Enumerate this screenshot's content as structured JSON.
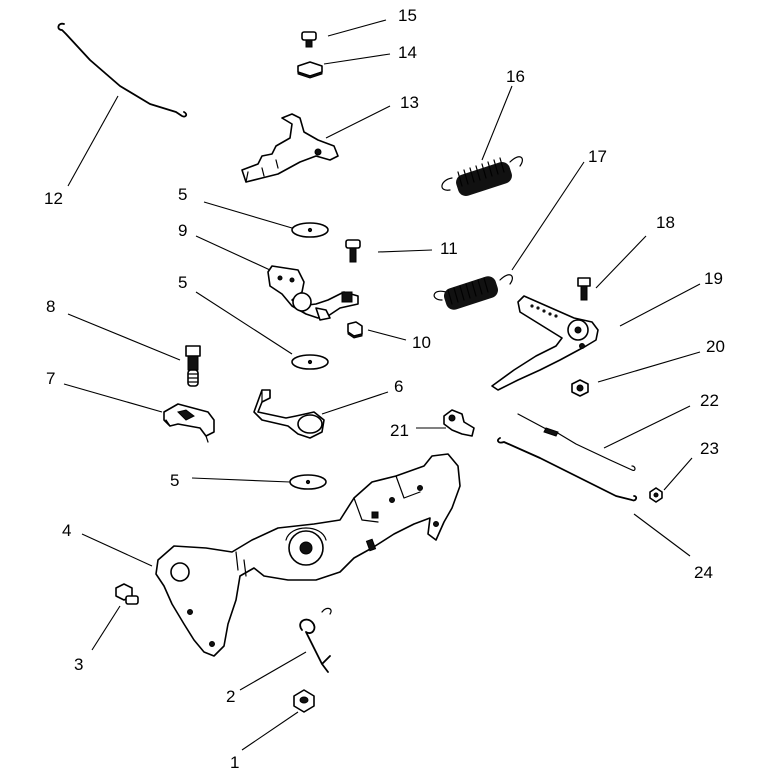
{
  "diagram": {
    "callouts": [
      {
        "id": "c1",
        "number": "1"
      },
      {
        "id": "c2",
        "number": "2"
      },
      {
        "id": "c3",
        "number": "3"
      },
      {
        "id": "c4",
        "number": "4"
      },
      {
        "id": "c5a",
        "number": "5"
      },
      {
        "id": "c5b",
        "number": "5"
      },
      {
        "id": "c5c",
        "number": "5"
      },
      {
        "id": "c6",
        "number": "6"
      },
      {
        "id": "c7",
        "number": "7"
      },
      {
        "id": "c8",
        "number": "8"
      },
      {
        "id": "c9",
        "number": "9"
      },
      {
        "id": "c10",
        "number": "10"
      },
      {
        "id": "c11",
        "number": "11"
      },
      {
        "id": "c12",
        "number": "12"
      },
      {
        "id": "c13",
        "number": "13"
      },
      {
        "id": "c14",
        "number": "14"
      },
      {
        "id": "c15",
        "number": "15"
      },
      {
        "id": "c16",
        "number": "16"
      },
      {
        "id": "c17",
        "number": "17"
      },
      {
        "id": "c18",
        "number": "18"
      },
      {
        "id": "c19",
        "number": "19"
      },
      {
        "id": "c20",
        "number": "20"
      },
      {
        "id": "c21",
        "number": "21"
      },
      {
        "id": "c22",
        "number": "22"
      },
      {
        "id": "c23",
        "number": "23"
      },
      {
        "id": "c24",
        "number": "24"
      }
    ]
  }
}
